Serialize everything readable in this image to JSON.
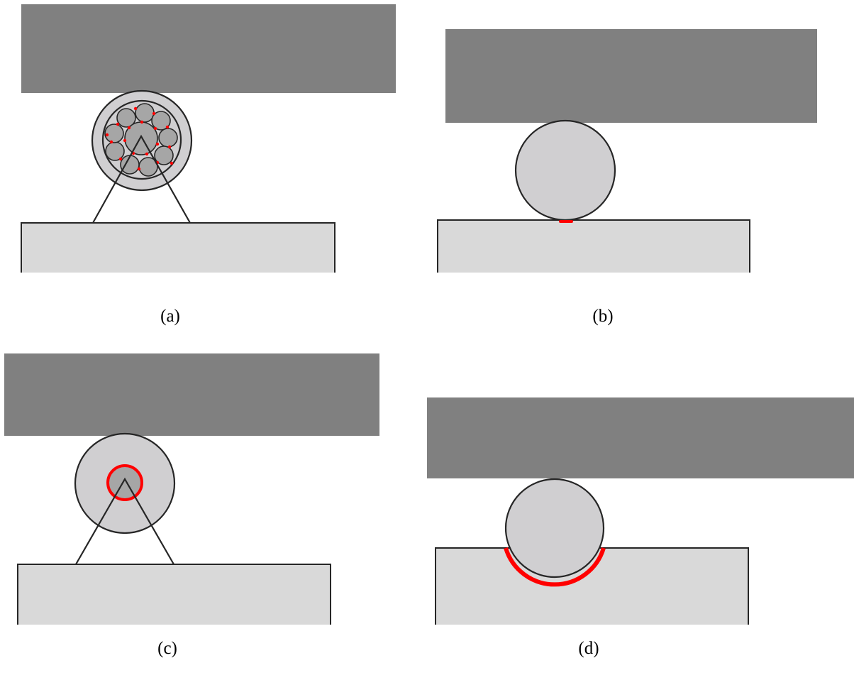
{
  "colors": {
    "plate_dark": "#808080",
    "plate_light": "#d9d9d9",
    "cable_fill": "#d0cfd1",
    "strand_fill": "#a6a6a6",
    "outline": "#262626",
    "contact": "#ff0000"
  },
  "panels": [
    {
      "id": "a",
      "caption": "(a)",
      "description_key": "strand-contacts"
    },
    {
      "id": "b",
      "caption": "(b)",
      "description_key": "point-contact"
    },
    {
      "id": "c",
      "caption": "(c)",
      "description_key": "core-contact"
    },
    {
      "id": "d",
      "caption": "(d)",
      "description_key": "embedded-contact"
    }
  ]
}
